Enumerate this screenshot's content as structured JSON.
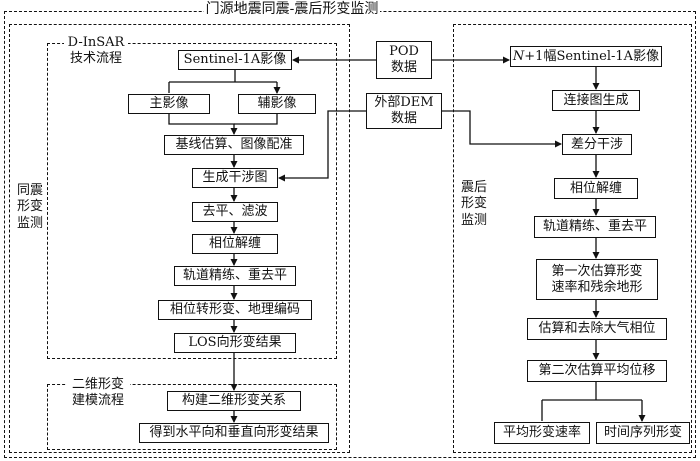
{
  "title": "门源地震同震-震后形变监测",
  "coseismic": {
    "label": "同震\n形变\n监测",
    "dinsar_label": "D-InSAR\n技术流程",
    "sentinel": "Sentinel-1A影像",
    "master": "主影像",
    "slave": "辅影像",
    "baseline": "基线估算、图像配准",
    "interferogram": "生成干涉图",
    "flatten": "去平、滤波",
    "unwrap": "相位解缠",
    "orbit": "轨道精练、重去平",
    "geocode": "相位转形变、地理编码",
    "los": "LOS向形变结果",
    "model_label": "二维形变\n建模流程",
    "build": "构建二维形变关系",
    "result": "得到水平向和垂直向形变结果"
  },
  "inputs": {
    "pod": "POD\n数据",
    "dem": "外部DEM\n数据"
  },
  "postseismic": {
    "label": "震后\n形变\n监测",
    "images": "N+1幅Sentinel-1A影像",
    "graph": "连接图生成",
    "diff": "差分干涉",
    "unwrap": "相位解缠",
    "orbit": "轨道精练、重去平",
    "first": "第一次估算形变\n速率和残余地形",
    "atmo": "估算和去除大气相位",
    "second": "第二次估算平均位移",
    "rate": "平均形变速率",
    "ts": "时间序列形变"
  }
}
